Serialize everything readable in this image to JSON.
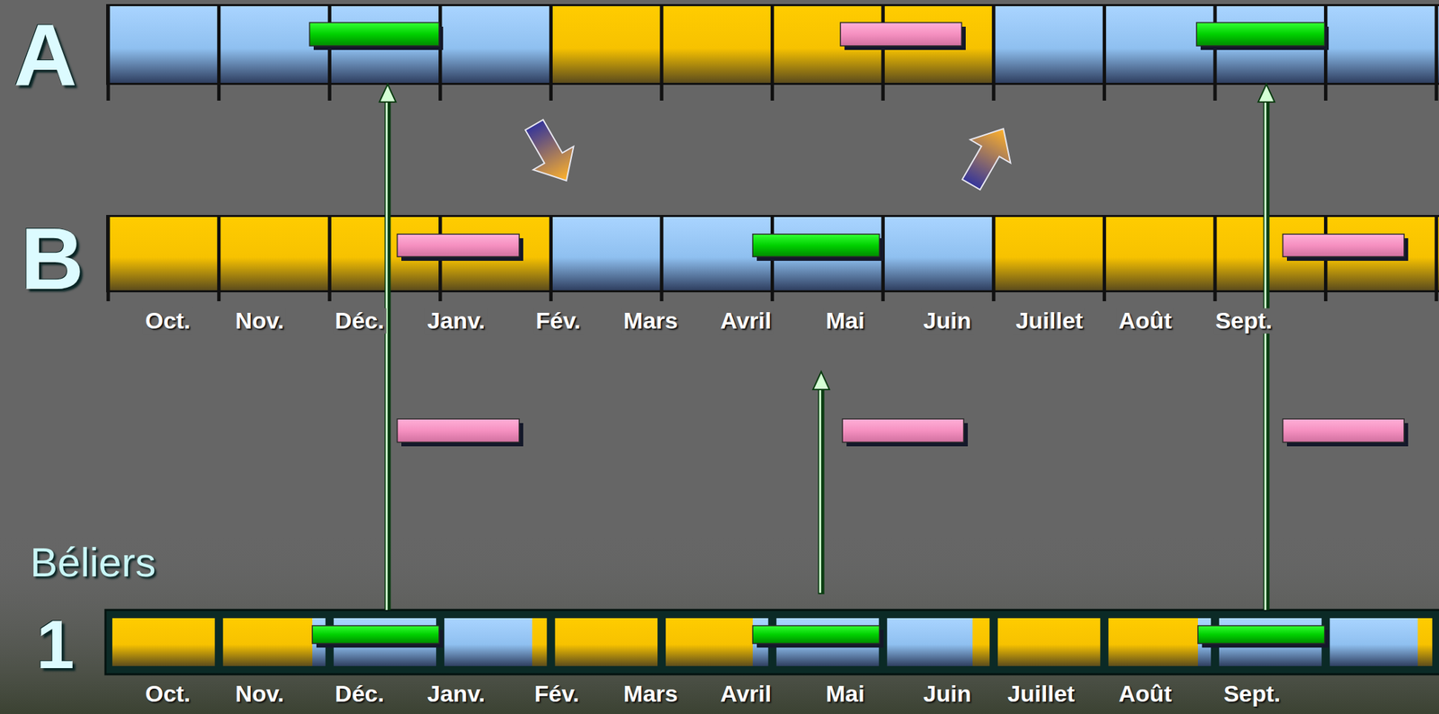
{
  "diagram": {
    "nodes": [
      {
        "text": [
          "A"
        ]
      },
      {
        "text": [
          "B"
        ]
      },
      {
        "text": [
          "Béliers",
          "1"
        ]
      }
    ],
    "edges": [
      {
        "from": 2,
        "to": 0,
        "arrow": "to"
      },
      {
        "from": 2,
        "to": 0,
        "arrow": "to"
      }
    ],
    "labels": [
      "Oct.",
      "Nov.",
      "Déc.",
      "Janv.",
      "Fév.",
      "Mars",
      "Avril",
      "Mai",
      "Juin",
      "Juillet",
      "Août",
      "Sept.",
      "Oct.",
      "Nov.",
      "Déc.",
      "Janv.",
      "Fév.",
      "Mars",
      "Avril",
      "Mai",
      "Juin",
      "Juillet",
      "Août",
      "Sept."
    ]
  }
}
